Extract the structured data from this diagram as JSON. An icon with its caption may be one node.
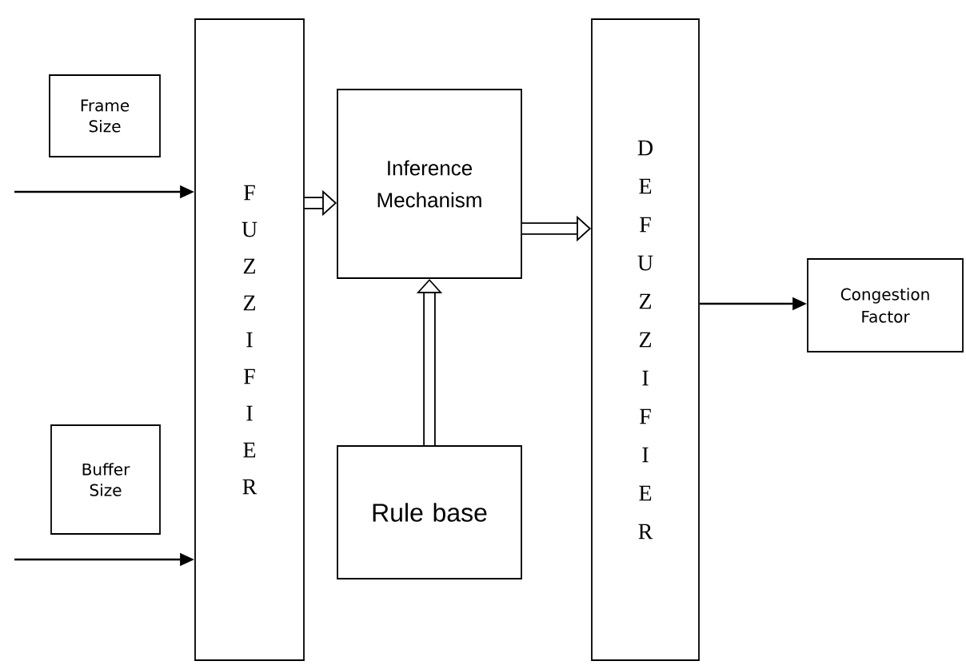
{
  "diagram": {
    "nodes": [
      {
        "text": [
          "Frame Size"
        ]
      },
      {
        "text": [
          "Buffer Size"
        ]
      },
      {
        "text": [
          "FUZZIFIER"
        ]
      },
      {
        "text": [
          "Inference Mechanism"
        ]
      },
      {
        "text": [
          "Rule base"
        ]
      },
      {
        "text": [
          "DEFUZZIFIER"
        ]
      },
      {
        "text": [
          "Congestion Factor"
        ]
      }
    ],
    "edges": [
      {
        "from": null,
        "to": 2,
        "arrow": "to"
      },
      {
        "from": null,
        "to": 2,
        "arrow": "to"
      },
      {
        "from": 2,
        "to": 3,
        "arrow": "to",
        "style": "thick"
      },
      {
        "from": 3,
        "to": 5,
        "arrow": "to",
        "style": "thick"
      },
      {
        "from": 4,
        "to": 3,
        "arrow": "to",
        "style": "thick"
      },
      {
        "from": 5,
        "to": 6,
        "arrow": "to"
      }
    ]
  }
}
